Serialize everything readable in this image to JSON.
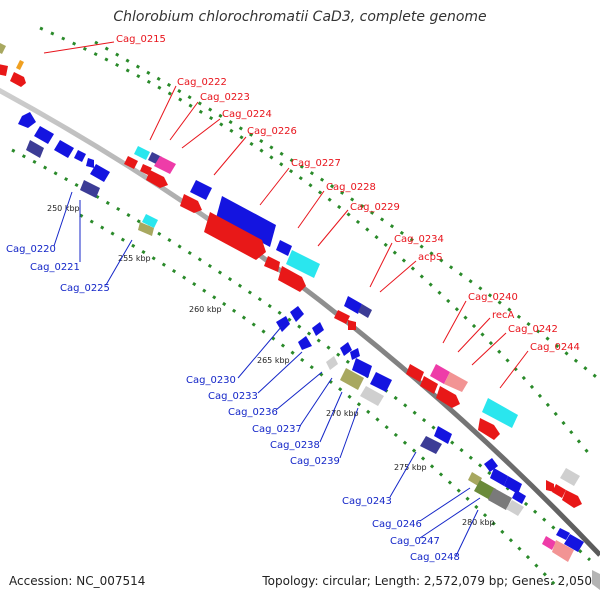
{
  "title": "Chlorobium chlorochromatii CaD3, complete genome",
  "accession": "Accession: NC_007514",
  "summary": "Topology: circular; Length: 2,572,079 bp; Genes: 2,050",
  "ticks": [
    "250 kbp",
    "255 kbp",
    "260 kbp",
    "265 kbp",
    "270 kbp",
    "275 kbp",
    "280 kbp"
  ],
  "genes_forward_labels": [
    "Cag_0215",
    "Cag_0222",
    "Cag_0223",
    "Cag_0224",
    "Cag_0226",
    "Cag_0227",
    "Cag_0228",
    "Cag_0229",
    "Cag_0234",
    "acpS",
    "Cag_0240",
    "recA",
    "Cag_0242",
    "Cag_0244"
  ],
  "genes_reverse_labels": [
    "Cag_0220",
    "Cag_0221",
    "Cag_0225",
    "Cag_0230",
    "Cag_0233",
    "Cag_0236",
    "Cag_0237",
    "Cag_0238",
    "Cag_0239",
    "Cag_0243",
    "Cag_0246",
    "Cag_0247",
    "Cag_0248"
  ],
  "colors": {
    "forward_label": "#e8141c",
    "reverse_label": "#1426c8",
    "backbone": "#8a8a8a",
    "cds_red": "#e81818",
    "cds_blue": "#1414e0",
    "cds_navy": "#3c3c96",
    "cds_cyan": "#2ae6ee",
    "cds_pink": "#ee3ca8",
    "cds_salmon": "#f29494",
    "cds_olive": "#a8a860",
    "cds_gray": "#b4b4b4",
    "tick_dots": "#2a8a2a"
  }
}
